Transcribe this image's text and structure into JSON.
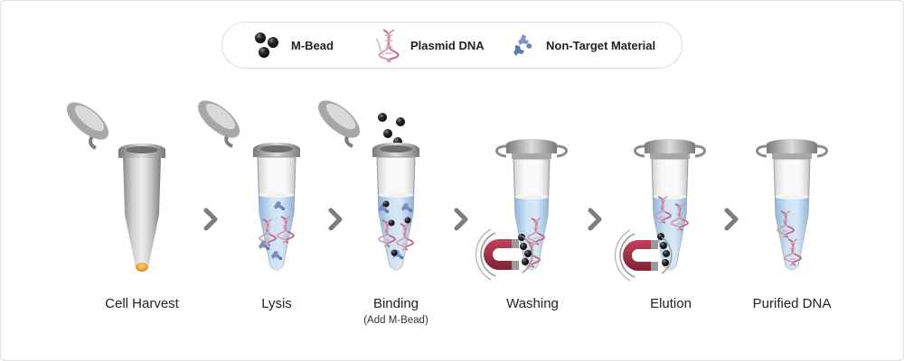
{
  "legend": {
    "items": [
      {
        "label": "M-Bead",
        "icon": "bead-cluster-icon"
      },
      {
        "label": "Plasmid DNA",
        "icon": "dna-helix-icon"
      },
      {
        "label": "Non-Target Material",
        "icon": "debris-cluster-icon"
      }
    ]
  },
  "steps": [
    {
      "label": "Cell Harvest",
      "sublabel": ""
    },
    {
      "label": "Lysis",
      "sublabel": ""
    },
    {
      "label": "Binding",
      "sublabel": "(Add M-Bead)"
    },
    {
      "label": "Washing",
      "sublabel": ""
    },
    {
      "label": "Elution",
      "sublabel": ""
    },
    {
      "label": "Purified DNA",
      "sublabel": ""
    }
  ],
  "colors": {
    "tube_gray": "#b8b8b8",
    "liquid_blue": "#bcd7ee",
    "dna_pink": "#c06a85",
    "bead_black": "#1c1c1c",
    "debris_blue": "#7289b8",
    "magnet_red": "#a8324a",
    "pellet_orange": "#f09a30",
    "arrow_gray": "#7d7d7d"
  }
}
